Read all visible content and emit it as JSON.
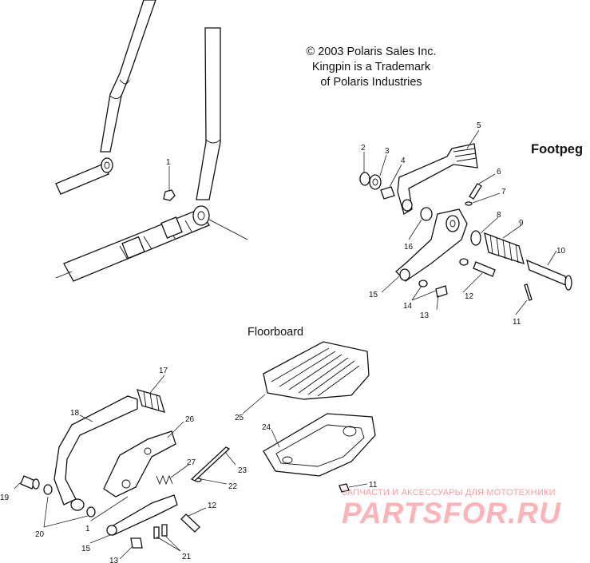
{
  "copyright": {
    "line1": "© 2003 Polaris Sales Inc.",
    "line2": "Kingpin is a Trademark",
    "line3": "of Polaris Industries"
  },
  "sections": {
    "footpeg": "Footpeg",
    "floorboard": "Floorboard"
  },
  "callouts": {
    "c1_frame": "1",
    "c2": "2",
    "c3": "3",
    "c4": "4",
    "c5": "5",
    "c6": "6",
    "c7": "7",
    "c8": "8",
    "c9": "9",
    "c10": "10",
    "c11_fp": "11",
    "c12_fp": "12",
    "c13_fp": "13",
    "c14_fp": "14",
    "c15_fp": "15",
    "c16_fp": "16",
    "c17": "17",
    "c18": "18",
    "c19": "19",
    "c20": "20",
    "c1_fb": "1",
    "c15_fb": "15",
    "c13_fb": "13",
    "c21": "21",
    "c26": "26",
    "c27": "27",
    "c22": "22",
    "c23": "23",
    "c12_fb": "12",
    "c25": "25",
    "c24": "24",
    "c11_fb": "11"
  },
  "watermark": {
    "tagline": "ЗАПЧАСТИ И АКСЕССУАРЫ ДЛЯ МОТОТЕХНИКИ",
    "logo": "PARTSFOR.RU"
  }
}
